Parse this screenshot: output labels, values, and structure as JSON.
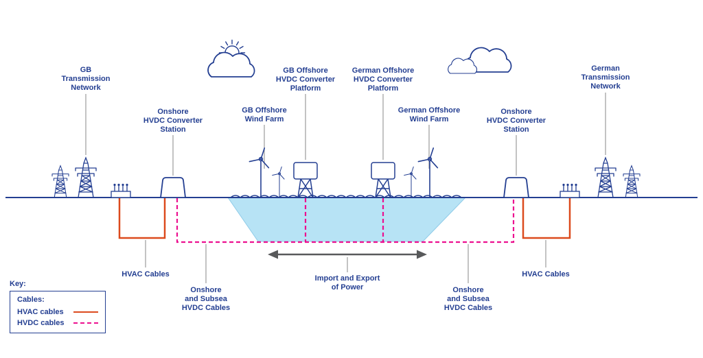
{
  "labels": {
    "gb_network": "GB\nTransmission\nNetwork",
    "onshore_station_left": "Onshore\nHVDC Converter\nStation",
    "gb_wind_farm": "GB Offshore\nWind Farm",
    "gb_platform": "GB Offshore\nHVDC Converter\nPlatform",
    "german_platform": "German Offshore\nHVDC Converter\nPlatform",
    "german_wind_farm": "German Offshore\nWind Farm",
    "onshore_station_right": "Onshore\nHVDC Converter\nStation",
    "german_network": "German\nTransmission\nNetwork",
    "hvac_cables_left": "HVAC Cables",
    "hvac_cables_right": "HVAC Cables",
    "hvdc_cables_left": "Onshore\nand Subsea\nHVDC Cables",
    "hvdc_cables_right": "Onshore\nand Subsea\nHVDC Cables",
    "import_export": "Import and Export\nof Power"
  },
  "key": {
    "title": "Key:",
    "subtitle": "Cables:",
    "items": [
      {
        "label": "HVAC cables",
        "style": "solid",
        "color": "#dc4a1d"
      },
      {
        "label": "HVDC cables",
        "style": "dashed",
        "color": "#ec0f8f"
      }
    ]
  },
  "colors": {
    "outline": "#233e91",
    "text": "#233e91",
    "hvac_cable": "#dc4a1d",
    "hvdc_cable": "#ec0f8f",
    "sea": "#b7e3f5",
    "leader": "#9b9b9b",
    "arrow": "#58595b"
  }
}
